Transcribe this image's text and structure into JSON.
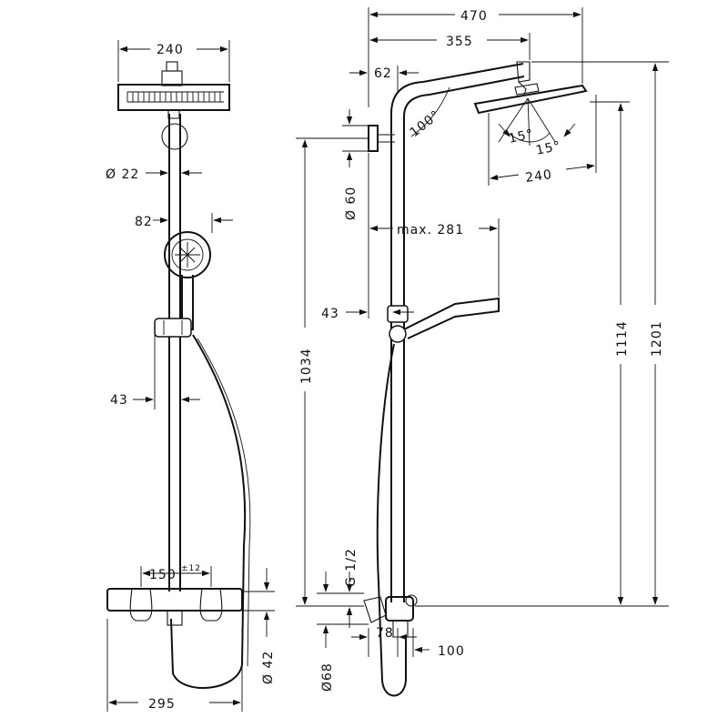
{
  "dimensions": {
    "front": {
      "head_width": "240",
      "arm_diameter": "Ø 22",
      "hand_offset": "82",
      "rail_offset": "43",
      "mixer_spacing": "150",
      "mixer_spacing_tolerance": "±12",
      "mixer_depth": "Ø 42",
      "overall_width": "295"
    },
    "side": {
      "projection_total": "470",
      "projection_arm": "355",
      "wall_offset": "62",
      "tilt_angle": "100°",
      "spray_angle_left": "15°",
      "spray_angle_right": "15°",
      "head_width": "240",
      "bracket_diameter": "Ø 60",
      "hand_reach": "max. 281",
      "rail_offset": "43",
      "bracket_height": "1034",
      "head_height": "1114",
      "overall_height": "1201",
      "thread": "G 1/2",
      "escutcheon_diameter": "Ø68",
      "outlet_min": "78",
      "outlet_max": "100"
    }
  }
}
